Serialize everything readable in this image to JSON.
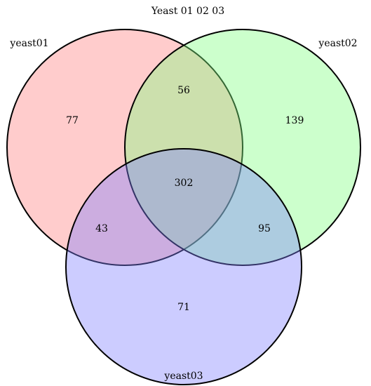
{
  "title": "Yeast 01 02 03",
  "sets": [
    {
      "key": "a",
      "name": "yeast01",
      "fill": "#ff8080"
    },
    {
      "key": "b",
      "name": "yeast02",
      "fill": "#80ff80"
    },
    {
      "key": "c",
      "name": "yeast03",
      "fill": "#8080ff"
    }
  ],
  "regions": {
    "only_yeast01": "77",
    "only_yeast02": "139",
    "only_yeast03": "71",
    "yeast01_yeast02": "56",
    "yeast01_yeast03": "43",
    "yeast02_yeast03": "95",
    "all_three": "302"
  },
  "style": {
    "stroke": "#000000",
    "fill_opacity": 0.4
  }
}
